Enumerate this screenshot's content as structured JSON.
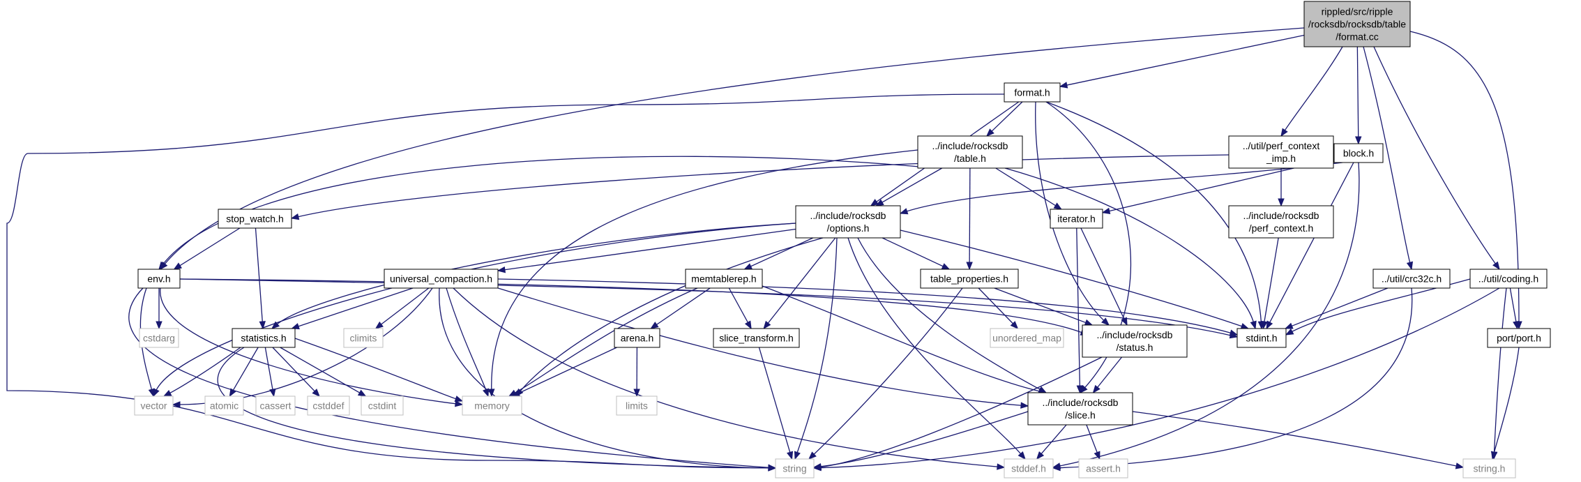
{
  "graph": {
    "colors": {
      "edge": "#191970",
      "root_fill": "#bfbfbf",
      "node_border": "#000000",
      "external_border": "#bfbfbf",
      "external_text": "#7f7f7f"
    },
    "nodes": [
      {
        "id": "root",
        "lines": [
          "rippled/src/ripple",
          "/rocksdb/rocksdb/table",
          "/format.cc"
        ],
        "kind": "root"
      },
      {
        "id": "format_h",
        "lines": [
          "format.h"
        ],
        "kind": "internal"
      },
      {
        "id": "perf_context_imp_h",
        "lines": [
          "../util/perf_context",
          "_imp.h"
        ],
        "kind": "internal"
      },
      {
        "id": "block_h",
        "lines": [
          "block.h"
        ],
        "kind": "internal"
      },
      {
        "id": "table_h",
        "lines": [
          "../include/rocksdb",
          "/table.h"
        ],
        "kind": "internal"
      },
      {
        "id": "stop_watch_h",
        "lines": [
          "stop_watch.h"
        ],
        "kind": "internal"
      },
      {
        "id": "options_h",
        "lines": [
          "../include/rocksdb",
          "/options.h"
        ],
        "kind": "internal"
      },
      {
        "id": "iterator_h",
        "lines": [
          "iterator.h"
        ],
        "kind": "internal"
      },
      {
        "id": "perf_context_h",
        "lines": [
          "../include/rocksdb",
          "/perf_context.h"
        ],
        "kind": "internal"
      },
      {
        "id": "env_h",
        "lines": [
          "env.h"
        ],
        "kind": "internal"
      },
      {
        "id": "universal_compaction_h",
        "lines": [
          "universal_compaction.h"
        ],
        "kind": "internal"
      },
      {
        "id": "memtablerep_h",
        "lines": [
          "memtablerep.h"
        ],
        "kind": "internal"
      },
      {
        "id": "table_properties_h",
        "lines": [
          "table_properties.h"
        ],
        "kind": "internal"
      },
      {
        "id": "crc32c_h",
        "lines": [
          "../util/crc32c.h"
        ],
        "kind": "internal"
      },
      {
        "id": "coding_h",
        "lines": [
          "../util/coding.h"
        ],
        "kind": "internal"
      },
      {
        "id": "cstdarg",
        "lines": [
          "cstdarg"
        ],
        "kind": "external"
      },
      {
        "id": "statistics_h",
        "lines": [
          "statistics.h"
        ],
        "kind": "internal"
      },
      {
        "id": "climits",
        "lines": [
          "climits"
        ],
        "kind": "external"
      },
      {
        "id": "arena_h",
        "lines": [
          "arena.h"
        ],
        "kind": "internal"
      },
      {
        "id": "slice_transform_h",
        "lines": [
          "slice_transform.h"
        ],
        "kind": "internal"
      },
      {
        "id": "unordered_map",
        "lines": [
          "unordered_map"
        ],
        "kind": "external"
      },
      {
        "id": "status_h",
        "lines": [
          "../include/rocksdb",
          "/status.h"
        ],
        "kind": "internal"
      },
      {
        "id": "stdint_h",
        "lines": [
          "stdint.h"
        ],
        "kind": "internal"
      },
      {
        "id": "port_h",
        "lines": [
          "port/port.h"
        ],
        "kind": "internal"
      },
      {
        "id": "vector",
        "lines": [
          "vector"
        ],
        "kind": "external"
      },
      {
        "id": "atomic",
        "lines": [
          "atomic"
        ],
        "kind": "external"
      },
      {
        "id": "cassert",
        "lines": [
          "cassert"
        ],
        "kind": "external"
      },
      {
        "id": "cstddef",
        "lines": [
          "cstddef"
        ],
        "kind": "external"
      },
      {
        "id": "cstdint",
        "lines": [
          "cstdint"
        ],
        "kind": "external"
      },
      {
        "id": "memory",
        "lines": [
          "memory"
        ],
        "kind": "external"
      },
      {
        "id": "limits",
        "lines": [
          "limits"
        ],
        "kind": "external"
      },
      {
        "id": "slice_h",
        "lines": [
          "../include/rocksdb",
          "/slice.h"
        ],
        "kind": "internal"
      },
      {
        "id": "string",
        "lines": [
          "string"
        ],
        "kind": "external"
      },
      {
        "id": "stddef_h",
        "lines": [
          "stddef.h"
        ],
        "kind": "external"
      },
      {
        "id": "assert_h",
        "lines": [
          "assert.h"
        ],
        "kind": "external"
      },
      {
        "id": "string_h",
        "lines": [
          "string.h"
        ],
        "kind": "external"
      }
    ],
    "edges": [
      {
        "from": "root",
        "to": "format_h"
      },
      {
        "from": "root",
        "to": "env_h"
      },
      {
        "from": "root",
        "to": "perf_context_imp_h"
      },
      {
        "from": "root",
        "to": "block_h"
      },
      {
        "from": "root",
        "to": "crc32c_h"
      },
      {
        "from": "root",
        "to": "coding_h"
      },
      {
        "from": "root",
        "to": "port_h"
      },
      {
        "from": "format_h",
        "to": "table_h"
      },
      {
        "from": "format_h",
        "to": "options_h"
      },
      {
        "from": "format_h",
        "to": "string"
      },
      {
        "from": "format_h",
        "to": "stdint_h"
      },
      {
        "from": "format_h",
        "to": "status_h"
      },
      {
        "from": "format_h",
        "to": "slice_h"
      },
      {
        "from": "table_h",
        "to": "env_h"
      },
      {
        "from": "table_h",
        "to": "options_h"
      },
      {
        "from": "table_h",
        "to": "iterator_h"
      },
      {
        "from": "table_h",
        "to": "table_properties_h"
      },
      {
        "from": "table_h",
        "to": "memory"
      },
      {
        "from": "table_h",
        "to": "stdint_h"
      },
      {
        "from": "perf_context_imp_h",
        "to": "stop_watch_h"
      },
      {
        "from": "perf_context_imp_h",
        "to": "perf_context_h"
      },
      {
        "from": "block_h",
        "to": "options_h"
      },
      {
        "from": "block_h",
        "to": "iterator_h"
      },
      {
        "from": "block_h",
        "to": "stdint_h"
      },
      {
        "from": "block_h",
        "to": "stddef_h"
      },
      {
        "from": "stop_watch_h",
        "to": "env_h"
      },
      {
        "from": "stop_watch_h",
        "to": "statistics_h"
      },
      {
        "from": "options_h",
        "to": "universal_compaction_h"
      },
      {
        "from": "options_h",
        "to": "memtablerep_h"
      },
      {
        "from": "options_h",
        "to": "table_properties_h"
      },
      {
        "from": "options_h",
        "to": "slice_transform_h"
      },
      {
        "from": "options_h",
        "to": "statistics_h"
      },
      {
        "from": "options_h",
        "to": "vector"
      },
      {
        "from": "options_h",
        "to": "memory"
      },
      {
        "from": "options_h",
        "to": "string"
      },
      {
        "from": "options_h",
        "to": "stddef_h"
      },
      {
        "from": "options_h",
        "to": "stdint_h"
      },
      {
        "from": "options_h",
        "to": "slice_h"
      },
      {
        "from": "iterator_h",
        "to": "status_h"
      },
      {
        "from": "iterator_h",
        "to": "slice_h"
      },
      {
        "from": "perf_context_h",
        "to": "stdint_h"
      },
      {
        "from": "env_h",
        "to": "cstdarg"
      },
      {
        "from": "env_h",
        "to": "vector"
      },
      {
        "from": "env_h",
        "to": "memory"
      },
      {
        "from": "env_h",
        "to": "string"
      },
      {
        "from": "env_h",
        "to": "stdint_h"
      },
      {
        "from": "env_h",
        "to": "status_h"
      },
      {
        "from": "universal_compaction_h",
        "to": "statistics_h"
      },
      {
        "from": "universal_compaction_h",
        "to": "climits"
      },
      {
        "from": "universal_compaction_h",
        "to": "vector"
      },
      {
        "from": "universal_compaction_h",
        "to": "memory"
      },
      {
        "from": "universal_compaction_h",
        "to": "string"
      },
      {
        "from": "universal_compaction_h",
        "to": "stddef_h"
      },
      {
        "from": "universal_compaction_h",
        "to": "stdint_h"
      },
      {
        "from": "universal_compaction_h",
        "to": "slice_h"
      },
      {
        "from": "memtablerep_h",
        "to": "arena_h"
      },
      {
        "from": "memtablerep_h",
        "to": "slice_transform_h"
      },
      {
        "from": "memtablerep_h",
        "to": "memory"
      },
      {
        "from": "memtablerep_h",
        "to": "slice_h"
      },
      {
        "from": "table_properties_h",
        "to": "unordered_map"
      },
      {
        "from": "table_properties_h",
        "to": "string"
      },
      {
        "from": "table_properties_h",
        "to": "status_h"
      },
      {
        "from": "crc32c_h",
        "to": "stdint_h"
      },
      {
        "from": "crc32c_h",
        "to": "stddef_h"
      },
      {
        "from": "coding_h",
        "to": "stdint_h"
      },
      {
        "from": "coding_h",
        "to": "port_h"
      },
      {
        "from": "coding_h",
        "to": "string"
      },
      {
        "from": "coding_h",
        "to": "string_h"
      },
      {
        "from": "statistics_h",
        "to": "vector"
      },
      {
        "from": "statistics_h",
        "to": "atomic"
      },
      {
        "from": "statistics_h",
        "to": "cassert"
      },
      {
        "from": "statistics_h",
        "to": "cstddef"
      },
      {
        "from": "statistics_h",
        "to": "cstdint"
      },
      {
        "from": "statistics_h",
        "to": "memory"
      },
      {
        "from": "statistics_h",
        "to": "string"
      },
      {
        "from": "arena_h",
        "to": "memory"
      },
      {
        "from": "arena_h",
        "to": "limits"
      },
      {
        "from": "slice_transform_h",
        "to": "string"
      },
      {
        "from": "status_h",
        "to": "string"
      },
      {
        "from": "status_h",
        "to": "slice_h"
      },
      {
        "from": "port_h",
        "to": "string_h"
      },
      {
        "from": "slice_h",
        "to": "string"
      },
      {
        "from": "slice_h",
        "to": "stddef_h"
      },
      {
        "from": "slice_h",
        "to": "assert_h"
      },
      {
        "from": "slice_h",
        "to": "string_h"
      }
    ]
  }
}
